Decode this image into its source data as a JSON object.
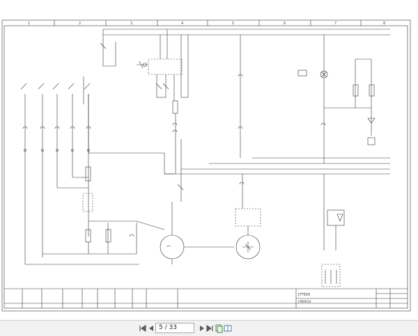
{
  "document": {
    "grid_columns": [
      "1",
      "2",
      "3",
      "4",
      "5",
      "6",
      "7",
      "8"
    ],
    "drawing_no": "JYT500",
    "drawing_no_sub": "JYB0014"
  },
  "colors": {
    "line": "#333333",
    "nav_icon": "#5a5a5a",
    "viewer_bg": "#f2f2f2"
  },
  "viewer": {
    "current_page": "5",
    "page_separator": "/",
    "total_pages": "33",
    "page_display": "5 / 33",
    "icons": [
      "first-page-icon",
      "previous-page-icon",
      "next-page-icon",
      "last-page-icon",
      "single-page-view-icon",
      "two-page-view-icon"
    ]
  }
}
